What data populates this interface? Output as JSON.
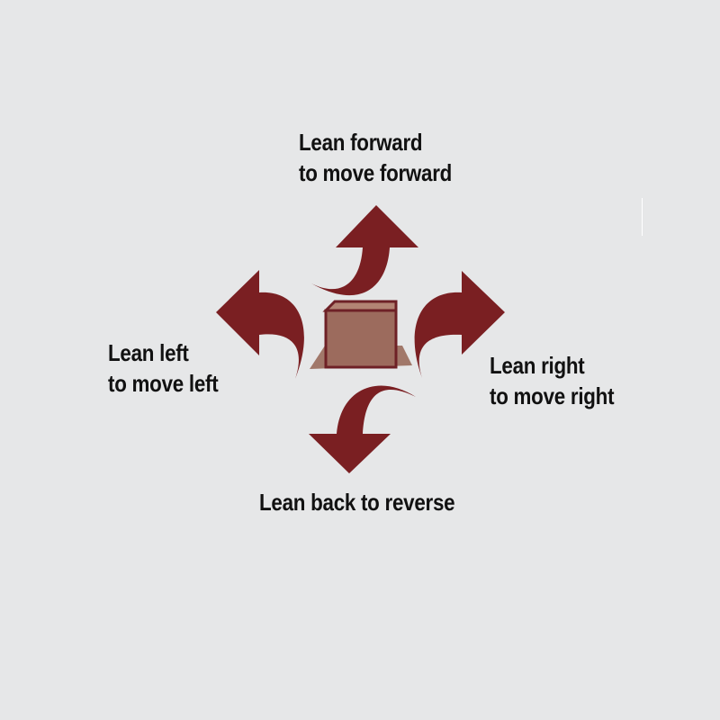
{
  "labels": {
    "forward": {
      "line1": "Lean forward",
      "line2": "to move forward"
    },
    "left": {
      "line1": "Lean left",
      "line2": "to move left"
    },
    "right": {
      "line1": "Lean right",
      "line2": "to move right"
    },
    "back": {
      "line1": "Lean back to reverse"
    }
  },
  "colors": {
    "background": "#e6e7e8",
    "arrow": "#7a1f22",
    "box_face": "#9c6b5d",
    "box_outline": "#6e2126",
    "platform": "#a1786a",
    "text": "#111111"
  },
  "icons": [
    "arrow-forward-icon",
    "arrow-left-icon",
    "arrow-right-icon",
    "arrow-back-icon",
    "center-box-icon"
  ]
}
